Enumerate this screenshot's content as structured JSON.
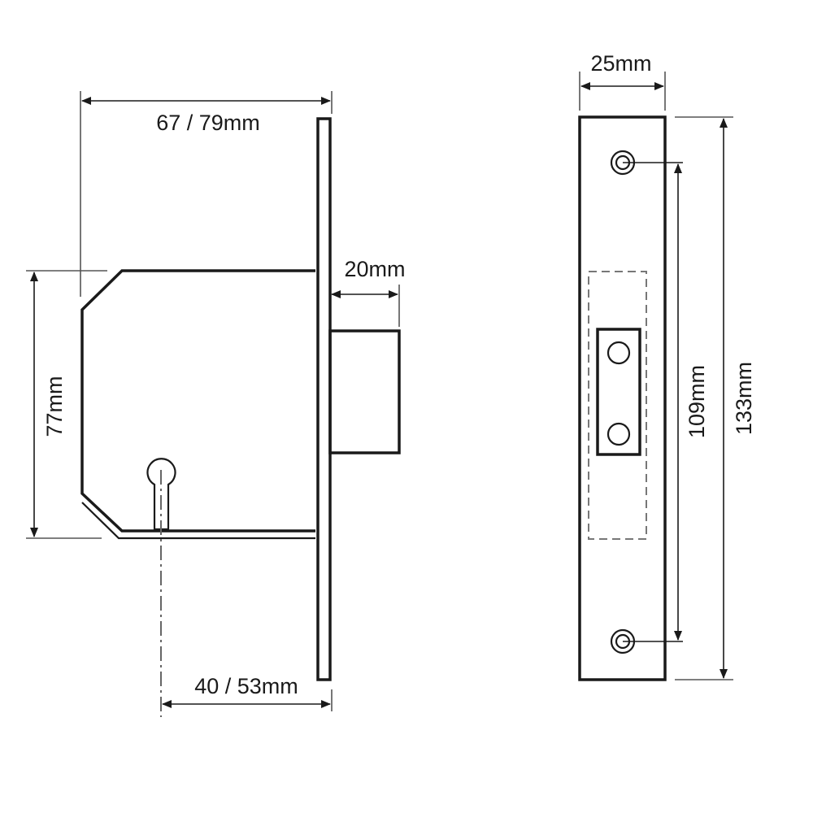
{
  "diagram": {
    "subject": "Mortice deadlock technical drawing",
    "views": [
      {
        "id": "side-view",
        "name": "Lock body side view",
        "dimensions": {
          "backset_width": "67 / 79mm",
          "case_height": "77mm",
          "bolt_throw": "20mm",
          "keyhole_backset": "40 / 53mm"
        }
      },
      {
        "id": "strike-view",
        "name": "Forend / strike plate front view",
        "dimensions": {
          "plate_width": "25mm",
          "screw_centres": "109mm",
          "plate_height": "133mm"
        }
      }
    ],
    "colors": {
      "line": "#1a1a1a",
      "extension_line": "#555555",
      "dashed_outline": "#777777",
      "background": "#ffffff"
    }
  }
}
